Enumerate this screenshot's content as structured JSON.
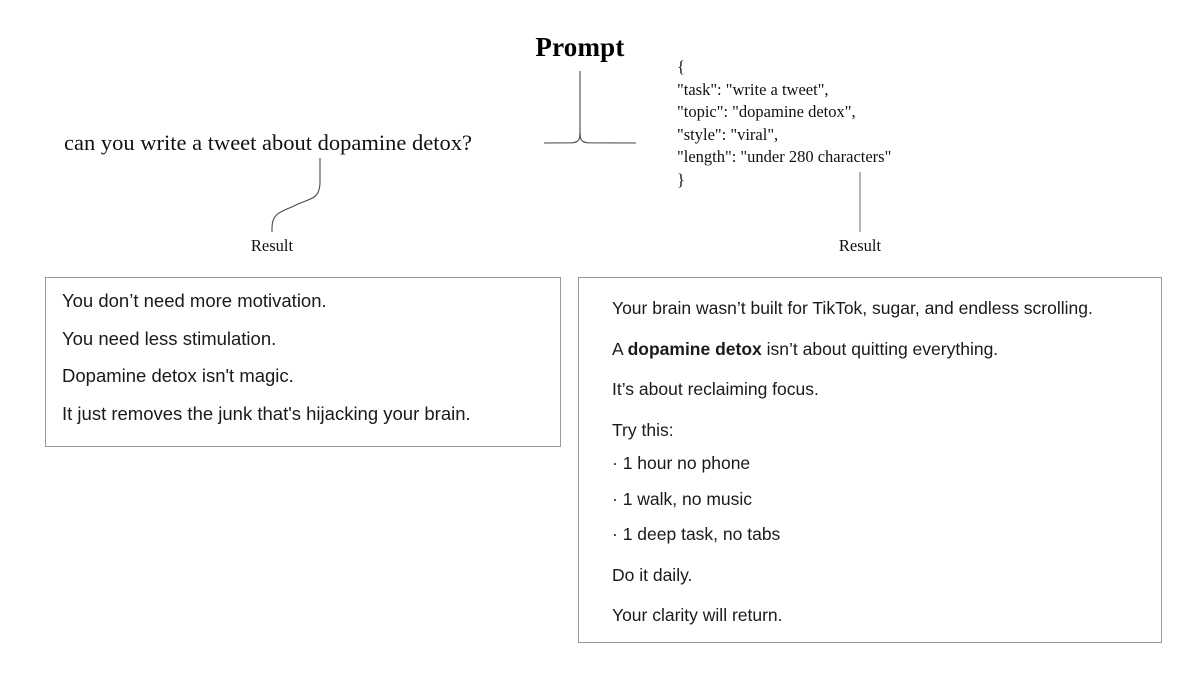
{
  "diagram": {
    "title": "Prompt",
    "natural_prompt": "can you write a tweet about dopamine detox?",
    "structured_prompt": "{\n\"task\": \"write a tweet\",\n\"topic\": \"dopamine detox\",\n\"style\": \"viral\",\n\"length\": \"under 280 characters\"\n}",
    "structured_prompt_fields": {
      "task": "write a tweet",
      "topic": "dopamine detox",
      "style": "viral",
      "length": "under 280 characters"
    },
    "result_label_left": "Result",
    "result_label_right": "Result"
  },
  "result_left": {
    "lines": [
      "You don’t need more motivation.",
      "You need less stimulation.",
      "Dopamine detox isn't magic.",
      "It just removes the junk that's hijacking your brain."
    ]
  },
  "result_right": {
    "line1": "Your brain wasn’t built for TikTok, sugar, and endless scrolling.",
    "line2_prefix": "A ",
    "line2_bold": "dopamine detox",
    "line2_suffix": " isn’t about quitting everything.",
    "line3": "It’s about reclaiming focus.",
    "line4": "Try this:",
    "bullets": [
      "· 1 hour no phone",
      "· 1 walk, no music",
      "· 1 deep task, no tabs"
    ],
    "line5": "Do it daily.",
    "line6": "Your clarity will return."
  },
  "style": {
    "background": "#ffffff",
    "text": "#1a1a1a",
    "box_border": "#9a9a9a",
    "connector": "#4a4a4a"
  }
}
